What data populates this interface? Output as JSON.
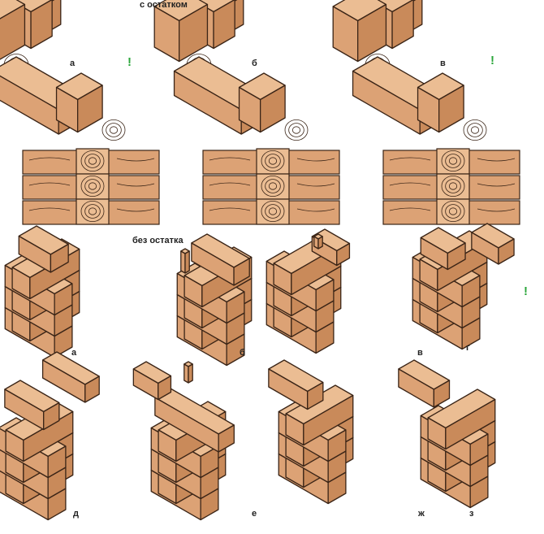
{
  "sections": {
    "with_remainder": {
      "title": "с остатком",
      "labels": [
        "а",
        "б",
        "в"
      ],
      "marks": [
        "!",
        "!"
      ]
    },
    "without_remainder": {
      "title": "без остатка",
      "labels": [
        "а",
        "б",
        "в",
        "г",
        "д",
        "е",
        "ж",
        "з"
      ],
      "marks": [
        "!"
      ]
    }
  },
  "colors": {
    "wood_top": "#ebbd93",
    "wood_front": "#dca275",
    "wood_side": "#c98a5a",
    "outline": "#3a2416",
    "mark": "#2aa63a"
  }
}
